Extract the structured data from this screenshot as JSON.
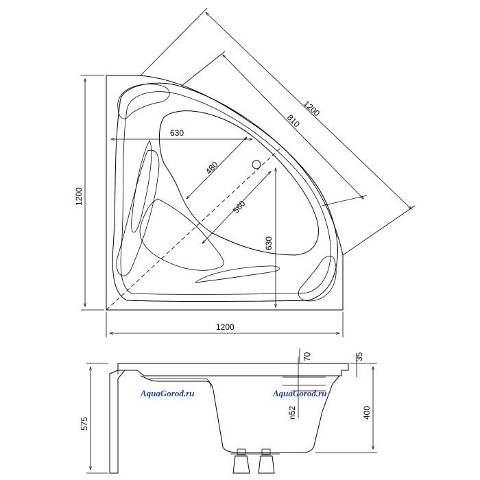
{
  "top_view": {
    "dimensions": {
      "width_bottom": "1200",
      "height_left": "1200",
      "diagonal_outer": "1200",
      "diagonal_inner": "810",
      "inner_width": "630",
      "inner_depth_diag": "480",
      "inner_length_diag": "560",
      "inner_height": "630"
    }
  },
  "side_view": {
    "dimensions": {
      "total_height": "575",
      "tub_depth": "400",
      "rim_thickness": "35",
      "rim_width": "70",
      "overflow": "n52"
    }
  },
  "watermarks": [
    "AquaGorod.ru",
    "AquaGorod.ru"
  ]
}
